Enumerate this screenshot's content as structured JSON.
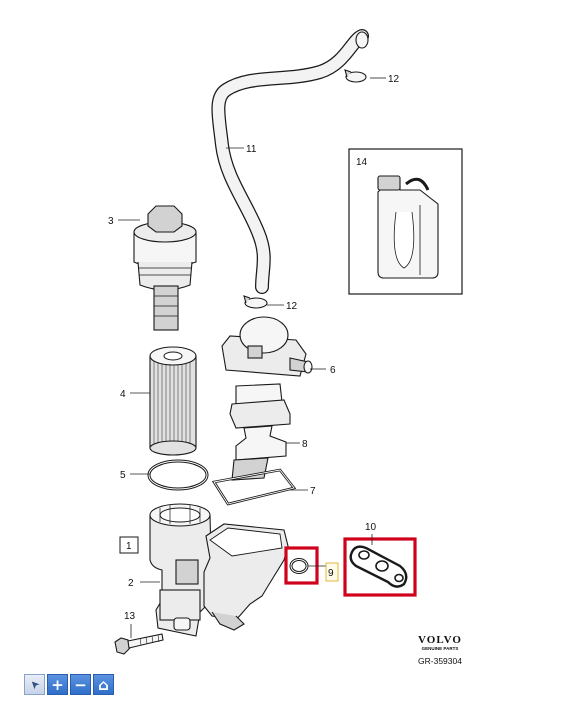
{
  "diagram": {
    "callouts": {
      "c1": "1",
      "c2": "2",
      "c3": "3",
      "c4": "4",
      "c5": "5",
      "c6": "6",
      "c7": "7",
      "c8": "8",
      "c9": "9",
      "c10": "10",
      "c11": "11",
      "c12a": "12",
      "c12b": "12",
      "c13": "13",
      "c14": "14"
    },
    "highlight_color": "#d0021b",
    "highlighted_parts": [
      "9",
      "10"
    ]
  },
  "brand": {
    "name": "VOLVO",
    "tagline": "GENUINE PARTS",
    "reference": "GR-359304"
  },
  "toolbar": {
    "buttons": [
      {
        "name": "pointer",
        "icon": "cursor-icon",
        "glyph": "➤"
      },
      {
        "name": "zoom-in",
        "icon": "plus-icon",
        "glyph": "+"
      },
      {
        "name": "zoom-out",
        "icon": "minus-icon",
        "glyph": "−"
      },
      {
        "name": "home",
        "icon": "home-icon",
        "glyph": "⌂"
      }
    ]
  }
}
